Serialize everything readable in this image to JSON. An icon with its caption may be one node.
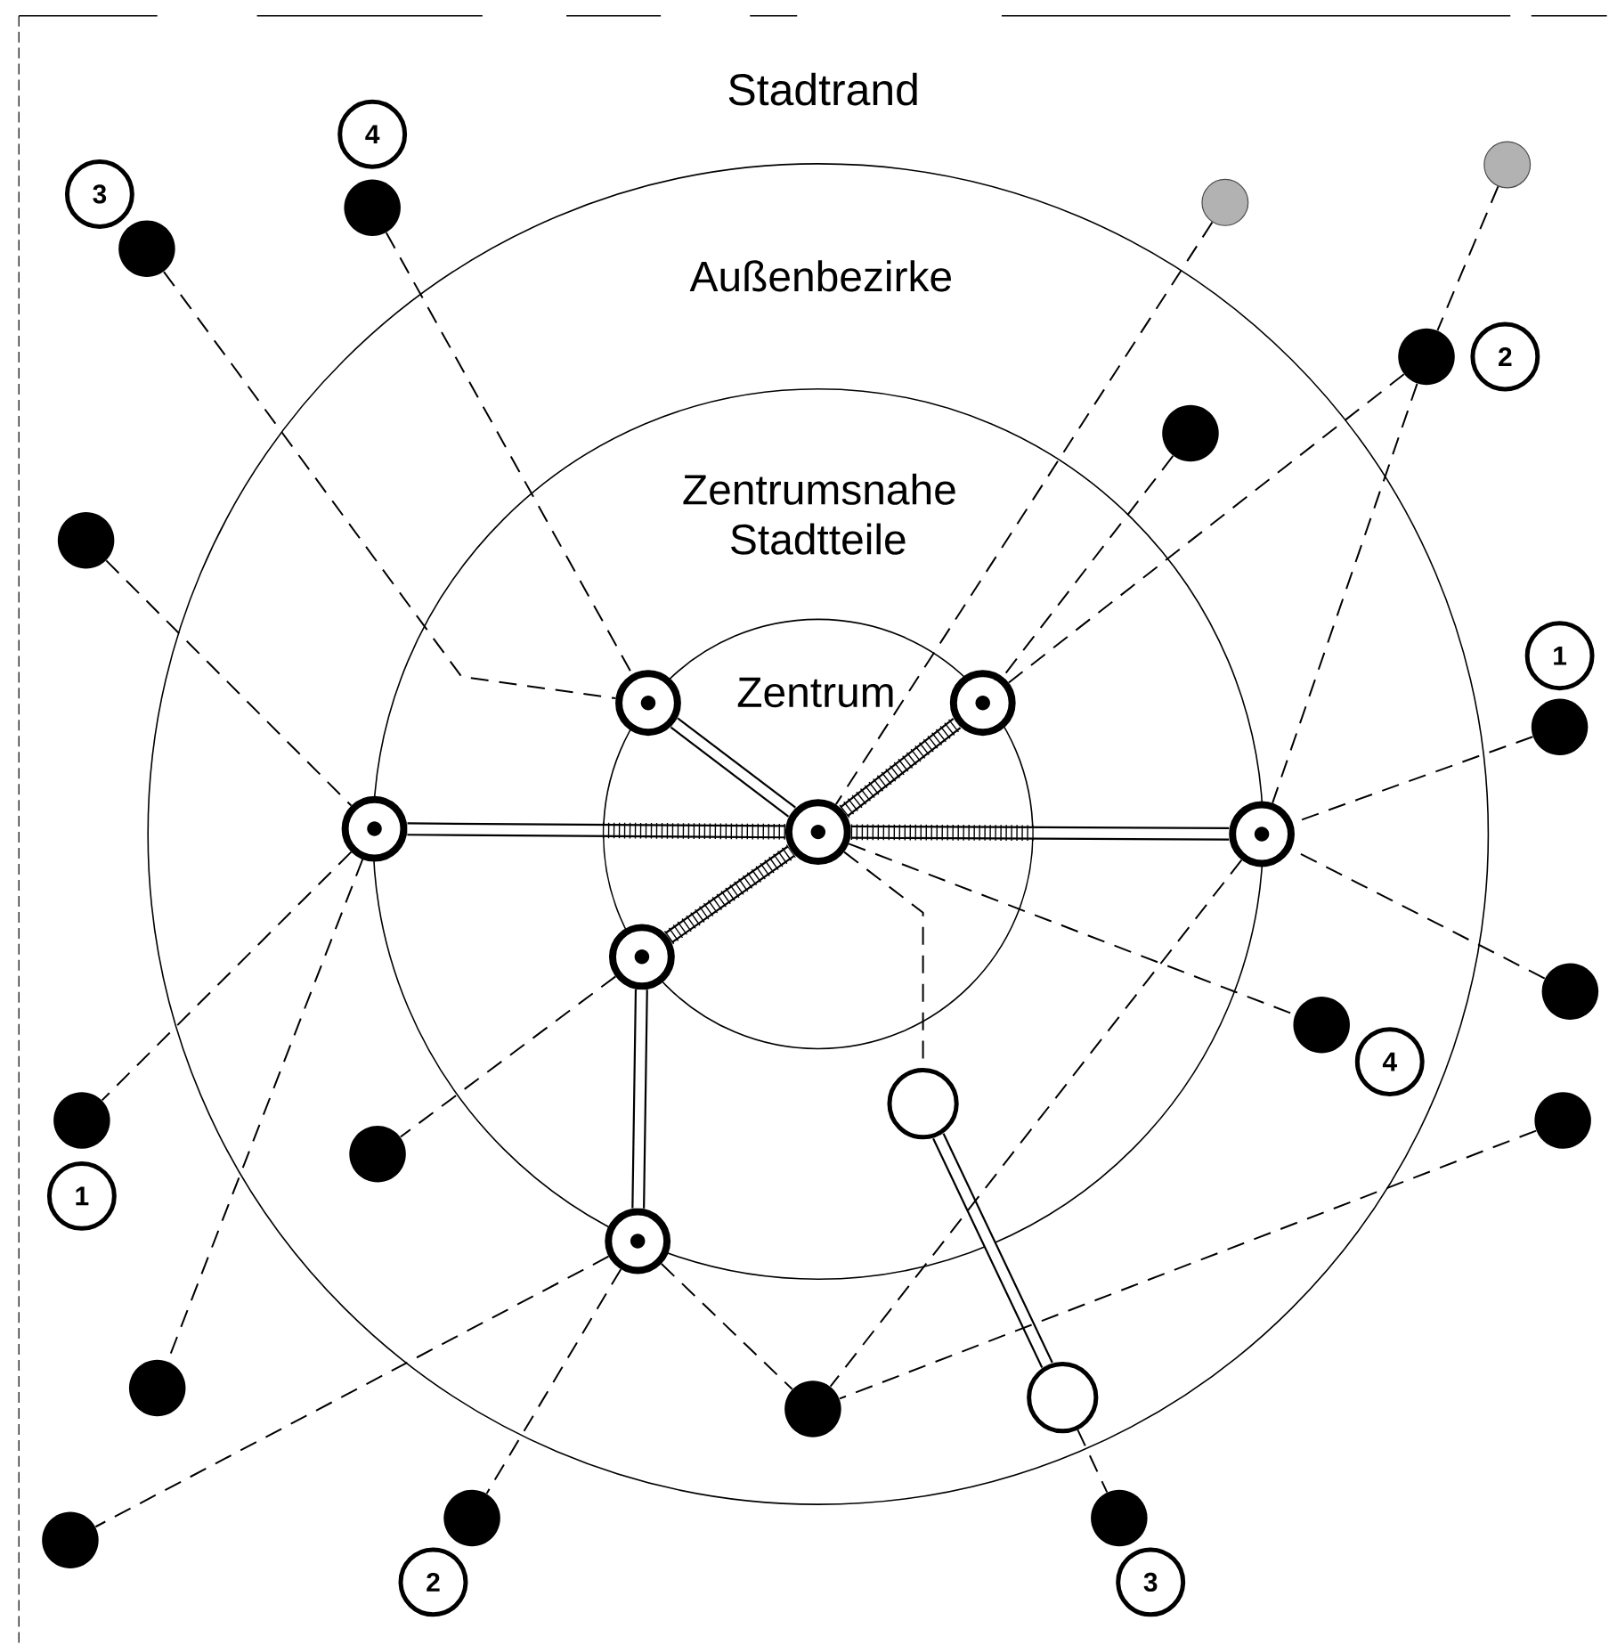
{
  "diagram": {
    "nodes": [
      {
        "text": [
          "Stadtrand"
        ]
      },
      {
        "text": [
          "Außenbezirke"
        ],
        "in": 0
      },
      {
        "text": [
          "Zentrumsnahe Stadtteile"
        ],
        "in": 1
      },
      {
        "text": [
          "Zentrum"
        ],
        "in": 2
      },
      {
        "text": [],
        "shape": "circle",
        "in": 2
      },
      {
        "text": [],
        "shape": "circle",
        "in": 3
      },
      {
        "text": [],
        "shape": "circle",
        "in": 1
      },
      {
        "text": [],
        "shape": "circle",
        "in": 3
      },
      {
        "text": [],
        "shape": "circle",
        "in": 1
      },
      {
        "text": [],
        "shape": "circle",
        "in": 2
      },
      {
        "text": [],
        "shape": "circle",
        "in": 1
      },
      {
        "text": [],
        "shape": "circle",
        "in": 2
      },
      {
        "text": [],
        "shape": "circle",
        "in": 1
      },
      {
        "text": [],
        "shape": "circle",
        "in": 0
      },
      {
        "text": [],
        "shape": "circle",
        "in": 0
      },
      {
        "text": [],
        "shape": "circle",
        "in": 0
      },
      {
        "text": [],
        "shape": "circle",
        "in": 0
      },
      {
        "text": [],
        "shape": "circle",
        "in": 0
      },
      {
        "text": [],
        "shape": "circle",
        "in": 1
      },
      {
        "text": [],
        "shape": "circle",
        "in": 0
      },
      {
        "text": [],
        "shape": "circle",
        "in": 0
      },
      {
        "text": [],
        "shape": "circle",
        "in": 0
      },
      {
        "text": [],
        "shape": "circle",
        "in": 1
      },
      {
        "text": [],
        "shape": "circle",
        "in": 0
      },
      {
        "text": [],
        "shape": "circle",
        "in": 0
      },
      {
        "text": [],
        "shape": "circle",
        "in": 1
      },
      {
        "text": [],
        "shape": "circle",
        "in": 0
      },
      {
        "text": [],
        "shape": "circle",
        "in": 1
      },
      {
        "text": [],
        "shape": "circle",
        "in": 0
      },
      {
        "text": [],
        "shape": "circle",
        "in": 0
      },
      {
        "text": [],
        "shape": "circle",
        "in": 0
      },
      {
        "text": [
          "3"
        ],
        "in": 0
      },
      {
        "text": [
          "4"
        ],
        "in": 0
      },
      {
        "text": [
          "2"
        ],
        "in": 0
      },
      {
        "text": [
          "1"
        ],
        "in": 0
      },
      {
        "text": [
          "4"
        ],
        "in": 1
      },
      {
        "text": [
          "1"
        ],
        "in": 0
      },
      {
        "text": [
          "2"
        ],
        "in": 0
      },
      {
        "text": [
          "3"
        ],
        "in": 0
      }
    ],
    "edges": [
      {
        "from": 6,
        "to": 7,
        "arrow": "none",
        "style": "thick"
      },
      {
        "from": 7,
        "to": 8,
        "arrow": "none",
        "style": "thick"
      },
      {
        "from": 4,
        "to": 7,
        "arrow": "none",
        "style": "thick"
      },
      {
        "from": 7,
        "to": 5,
        "arrow": "none",
        "style": "thick"
      },
      {
        "from": 9,
        "to": 7,
        "arrow": "none",
        "style": "thick"
      },
      {
        "from": 9,
        "to": 10,
        "arrow": "none",
        "style": "thick"
      },
      {
        "from": 11,
        "to": 12,
        "arrow": "none",
        "style": "thick"
      },
      {
        "from": 16,
        "to": 4,
        "arrow": "none",
        "style": "dashed"
      },
      {
        "from": 15,
        "to": 4,
        "arrow": "none",
        "style": "dashed"
      },
      {
        "from": 14,
        "to": 7,
        "arrow": "none",
        "style": "dashed"
      },
      {
        "from": 13,
        "to": 17,
        "arrow": "none",
        "style": "dashed"
      },
      {
        "from": 17,
        "to": 5,
        "arrow": "none",
        "style": "dashed"
      },
      {
        "from": 17,
        "to": 8,
        "arrow": "none",
        "style": "dashed"
      },
      {
        "from": 18,
        "to": 5,
        "arrow": "none",
        "style": "dashed"
      },
      {
        "from": 19,
        "to": 6,
        "arrow": "none",
        "style": "dashed"
      },
      {
        "from": 20,
        "to": 8,
        "arrow": "none",
        "style": "dashed"
      },
      {
        "from": 21,
        "to": 8,
        "arrow": "none",
        "style": "dashed"
      },
      {
        "from": 7,
        "to": 22,
        "arrow": "none",
        "style": "dashed"
      },
      {
        "from": 7,
        "to": 11,
        "arrow": "none",
        "style": "dashed"
      },
      {
        "from": 6,
        "to": 23,
        "arrow": "none",
        "style": "dashed"
      },
      {
        "from": 6,
        "to": 26,
        "arrow": "none",
        "style": "dashed"
      },
      {
        "from": 9,
        "to": 25,
        "arrow": "none",
        "style": "dashed"
      },
      {
        "from": 24,
        "to": 27,
        "arrow": "none",
        "style": "dashed"
      },
      {
        "from": 10,
        "to": 27,
        "arrow": "none",
        "style": "dashed"
      },
      {
        "from": 8,
        "to": 27,
        "arrow": "none",
        "style": "dashed"
      },
      {
        "from": 10,
        "to": 30,
        "arrow": "none",
        "style": "dashed"
      },
      {
        "from": 10,
        "to": 28,
        "arrow": "none",
        "style": "dashed"
      },
      {
        "from": 12,
        "to": 29,
        "arrow": "none",
        "style": "dashed"
      }
    ]
  }
}
